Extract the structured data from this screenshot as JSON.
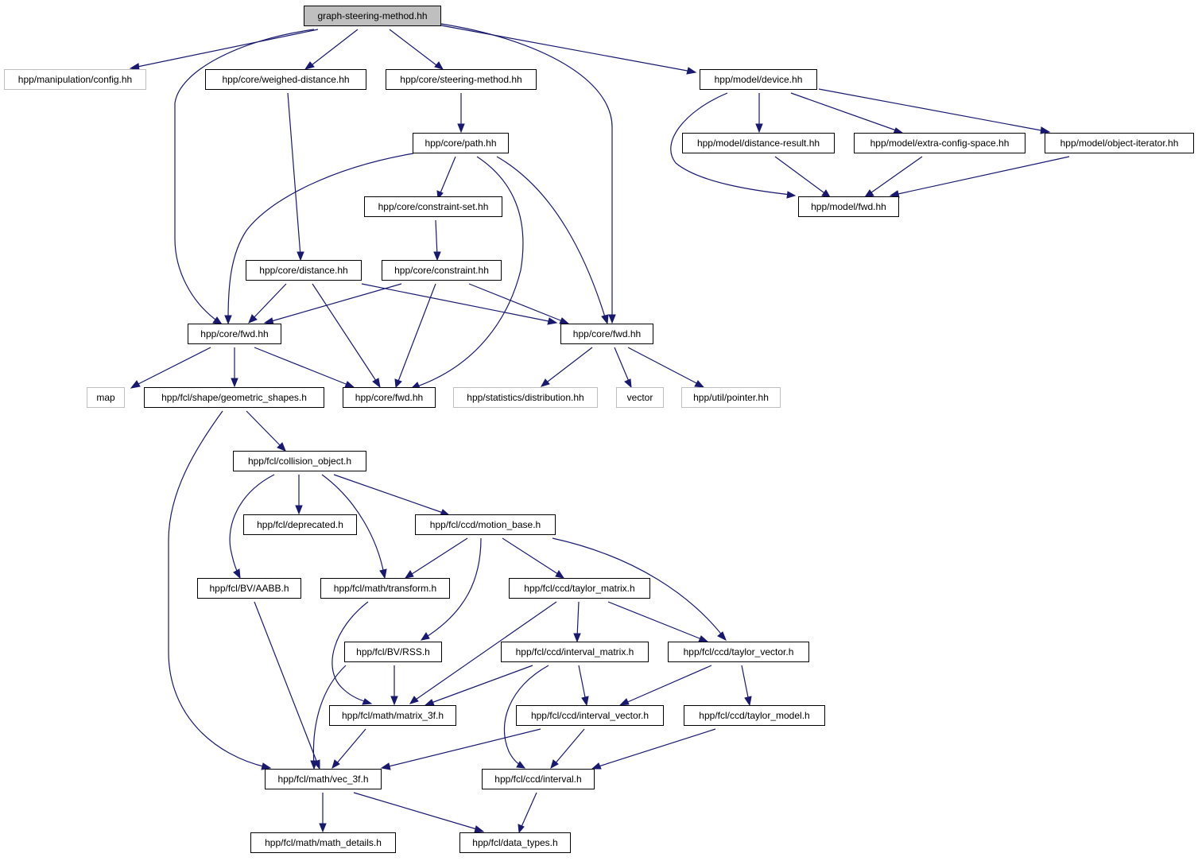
{
  "nodes": {
    "root": "graph-steering-method.hh",
    "manip_config": "hpp/manipulation/config.hh",
    "weighed_distance": "hpp/core/weighed-distance.hh",
    "steering_method": "hpp/core/steering-method.hh",
    "model_device": "hpp/model/device.hh",
    "core_path": "hpp/core/path.hh",
    "model_distance_result": "hpp/model/distance-result.hh",
    "model_extra_config": "hpp/model/extra-config-space.hh",
    "model_object_iterator": "hpp/model/object-iterator.hh",
    "model_fwd": "hpp/model/fwd.hh",
    "constraint_set": "hpp/core/constraint-set.hh",
    "core_distance": "hpp/core/distance.hh",
    "core_constraint": "hpp/core/constraint.hh",
    "core_fwd_a": "hpp/core/fwd.hh",
    "core_fwd_b": "hpp/core/fwd.hh",
    "map": "map",
    "geometric_shapes": "hpp/fcl/shape/geometric_shapes.h",
    "core_fwd_c": "hpp/core/fwd.hh",
    "stat_distribution": "hpp/statistics/distribution.hh",
    "vector": "vector",
    "util_pointer": "hpp/util/pointer.hh",
    "collision_object": "hpp/fcl/collision_object.h",
    "deprecated": "hpp/fcl/deprecated.h",
    "motion_base": "hpp/fcl/ccd/motion_base.h",
    "aabb": "hpp/fcl/BV/AABB.h",
    "transform": "hpp/fcl/math/transform.h",
    "taylor_matrix": "hpp/fcl/ccd/taylor_matrix.h",
    "rss": "hpp/fcl/BV/RSS.h",
    "interval_matrix": "hpp/fcl/ccd/interval_matrix.h",
    "taylor_vector": "hpp/fcl/ccd/taylor_vector.h",
    "matrix_3f": "hpp/fcl/math/matrix_3f.h",
    "interval_vector": "hpp/fcl/ccd/interval_vector.h",
    "taylor_model": "hpp/fcl/ccd/taylor_model.h",
    "vec_3f": "hpp/fcl/math/vec_3f.h",
    "interval": "hpp/fcl/ccd/interval.h",
    "math_details": "hpp/fcl/math/math_details.h",
    "data_types": "hpp/fcl/data_types.h"
  },
  "colors": {
    "edge": "#191970",
    "node_border": "#000000",
    "external_border": "#bfbfbf",
    "root_fill": "#bfbfbf"
  }
}
